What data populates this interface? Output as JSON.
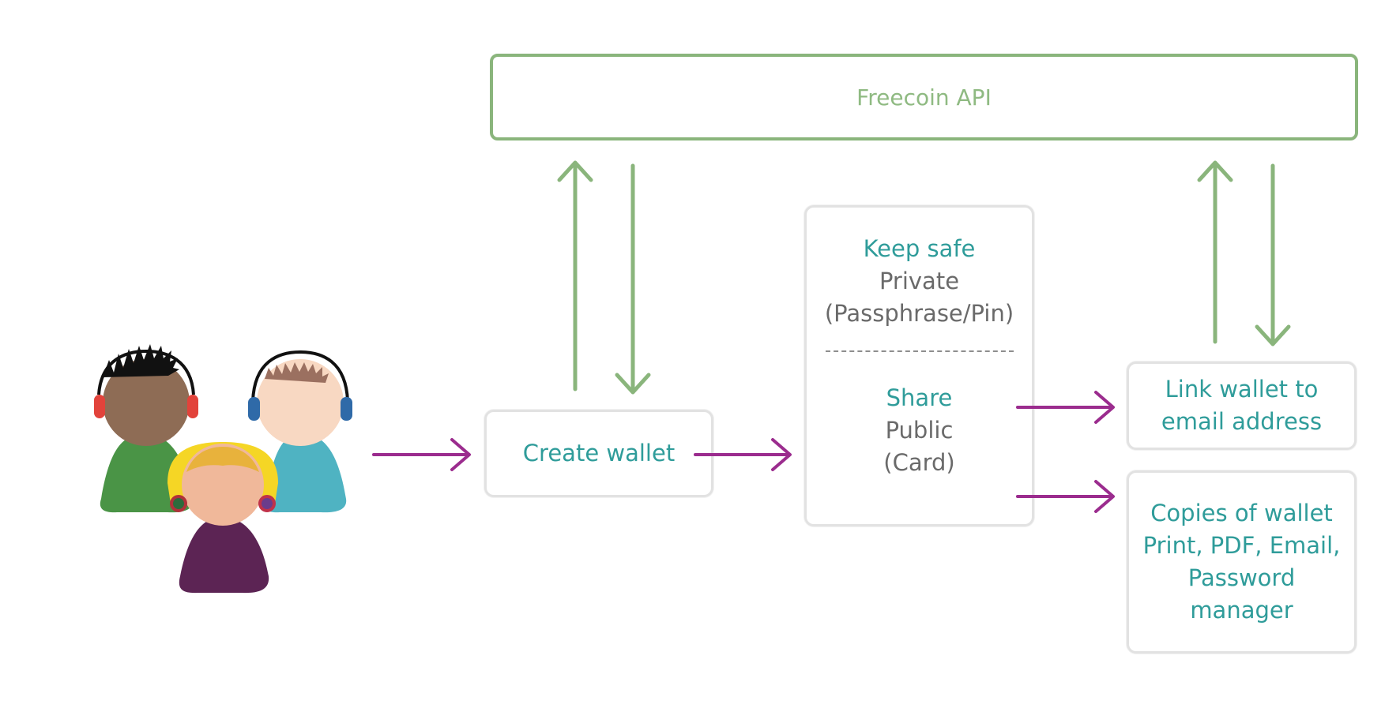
{
  "api": {
    "label": "Freecoin API"
  },
  "create_wallet": {
    "label": "Create wallet"
  },
  "keys": {
    "private": {
      "heading": "Keep safe",
      "kind": "Private",
      "detail": "(Passphrase/Pin)"
    },
    "public": {
      "heading": "Share",
      "kind": "Public",
      "detail": "(Card)"
    }
  },
  "link_wallet": {
    "line1": "Link wallet to",
    "line2": "email address"
  },
  "copies": {
    "line1": "Copies of wallet",
    "line2": "Print, PDF, Email,",
    "line3": "Password",
    "line4": "manager"
  },
  "colors": {
    "api_green": "#8ab57c",
    "flow_purple": "#9b2c8e",
    "teal_text": "#2f9c9a",
    "grey_text": "#6a6a6a"
  },
  "icons": [
    "users-group-icon"
  ]
}
